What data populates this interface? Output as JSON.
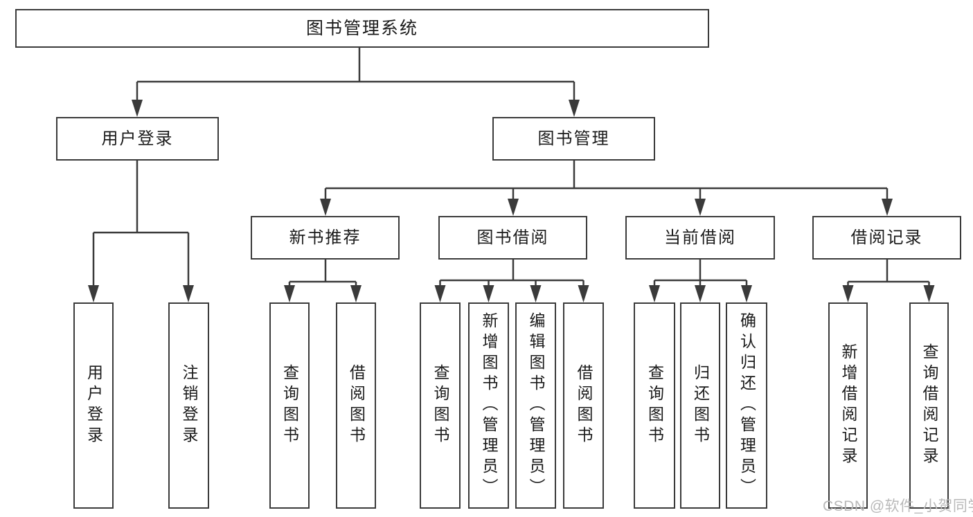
{
  "diagram_title": "图书管理系统",
  "tree": {
    "label": "图书管理系统",
    "children": [
      {
        "label": "用户登录",
        "children": [
          {
            "label": "用户登录"
          },
          {
            "label": "注销登录"
          }
        ]
      },
      {
        "label": "图书管理",
        "children": [
          {
            "label": "新书推荐",
            "children": [
              {
                "label": "查询图书"
              },
              {
                "label": "借阅图书"
              }
            ]
          },
          {
            "label": "图书借阅",
            "children": [
              {
                "label": "查询图书"
              },
              {
                "label": "新增图书（管理员）"
              },
              {
                "label": "编辑图书（管理员）"
              },
              {
                "label": "借阅图书"
              }
            ]
          },
          {
            "label": "当前借阅",
            "children": [
              {
                "label": "查询图书"
              },
              {
                "label": "归还图书"
              },
              {
                "label": "确认归还（管理员）"
              }
            ]
          },
          {
            "label": "借阅记录",
            "children": [
              {
                "label": "新增借阅记录"
              },
              {
                "label": "查询借阅记录"
              }
            ]
          }
        ]
      }
    ]
  },
  "watermark": {
    "text": "CSDN @软件_小贺同学"
  },
  "colors": {
    "line": "#3a3a3a",
    "text": "#1a1a1a",
    "background": "#ffffff",
    "watermark": "#b9b9b9"
  }
}
